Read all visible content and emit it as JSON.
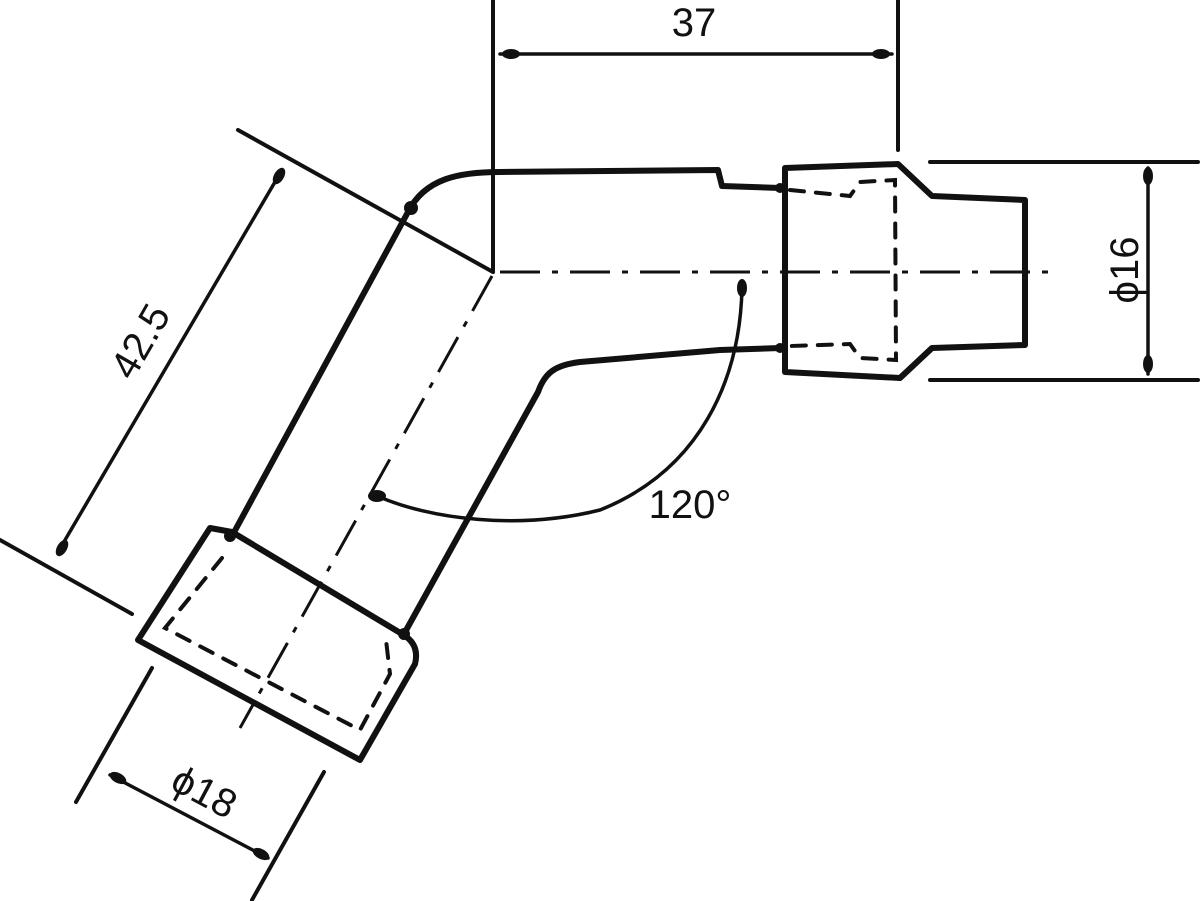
{
  "dimensions": {
    "horizontal_offset": "37",
    "outlet_diameter": "ϕ16",
    "arm_length": "42.5",
    "inlet_diameter": "ϕ18",
    "bend_angle": "120°"
  },
  "colors": {
    "ink": "#111111",
    "paper": "#ffffff"
  }
}
